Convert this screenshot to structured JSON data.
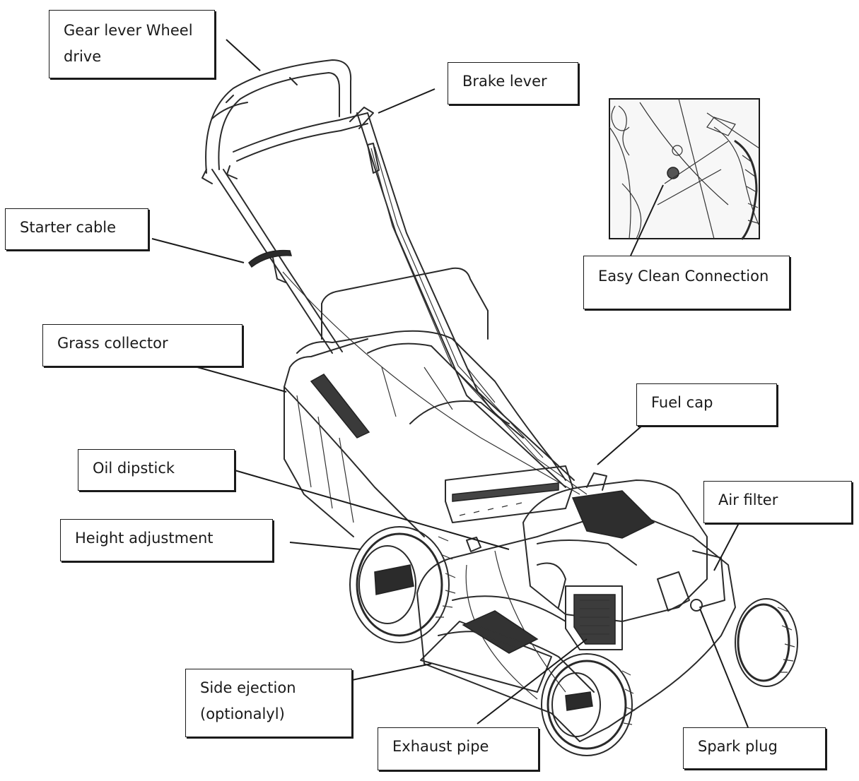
{
  "labels": {
    "gear_lever": "Gear lever Wheel\ndrive",
    "brake_lever": "Brake lever",
    "starter_cable": "Starter cable",
    "easy_clean": "Easy Clean Connection",
    "grass_collector": "Grass collector",
    "fuel_cap": "Fuel cap",
    "oil_dipstick": "Oil dipstick",
    "air_filter": "Air filter",
    "height_adjustment": "Height adjustment",
    "side_ejection": "Side ejection\n(optionalyl)",
    "exhaust_pipe": "Exhaust pipe",
    "spark_plug": "Spark plug"
  },
  "illustration": {
    "subject": "lawn-mower-line-drawing",
    "inset": "easy-clean-connection-detail"
  }
}
